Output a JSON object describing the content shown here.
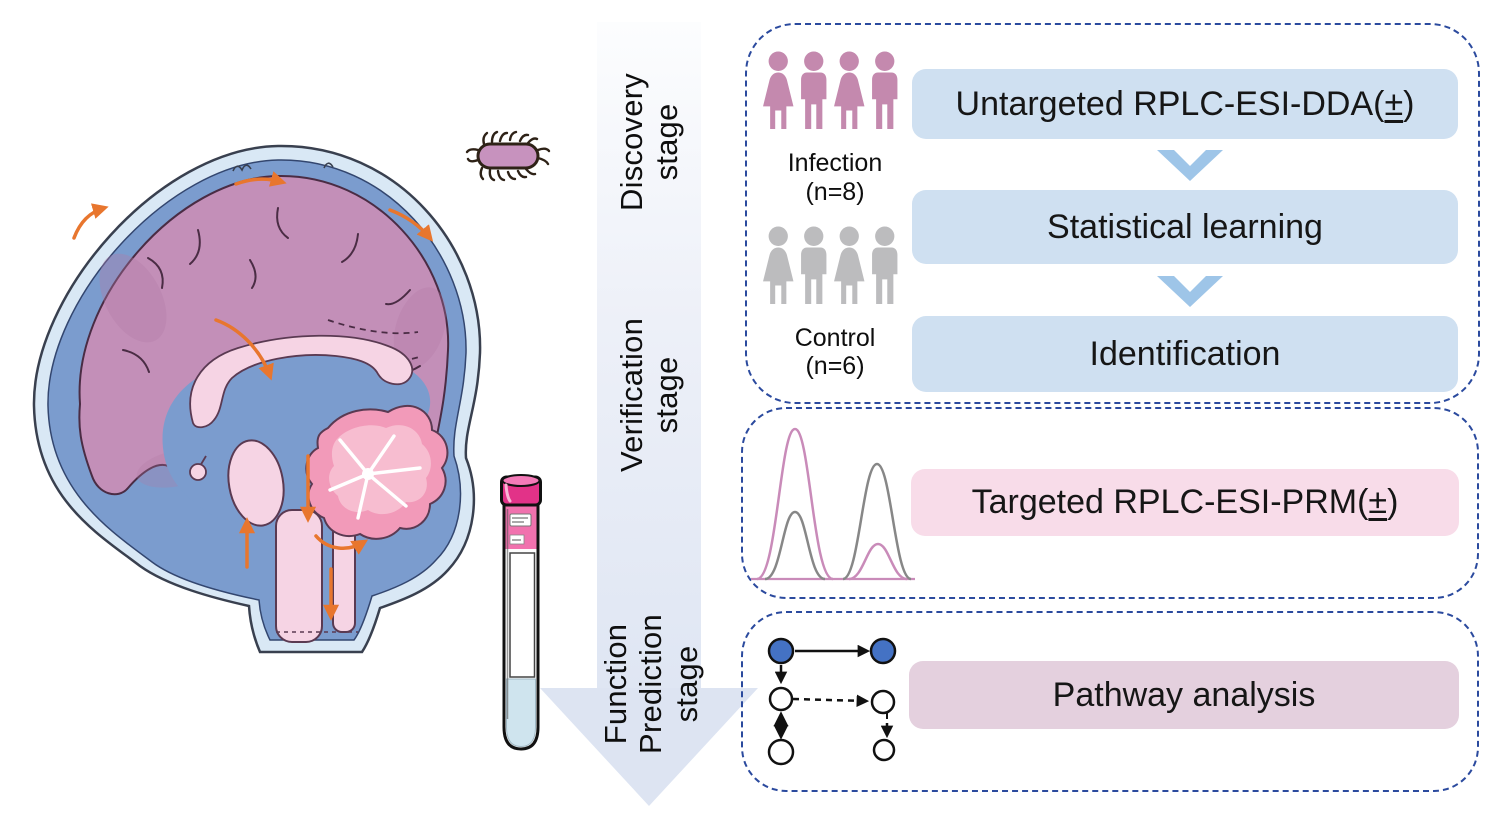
{
  "stage_labels": {
    "discovery": {
      "line1": "Discovery",
      "line2": "stage"
    },
    "verification": {
      "line1": "Verification",
      "line2": "stage"
    },
    "function": {
      "line1": "Function",
      "line2": "Prediction",
      "line3": "stage"
    }
  },
  "discovery_panel": {
    "infection_group": {
      "label": "Infection",
      "count": "(n=8)",
      "icon_pattern": [
        "female",
        "male",
        "female",
        "male"
      ]
    },
    "control_group": {
      "label": "Control",
      "count": "(n=6)",
      "icon_pattern": [
        "female",
        "male",
        "female",
        "male"
      ]
    },
    "step1": {
      "prefix": "Untargeted RPLC-ESI-DDA(",
      "plus_minus": "±",
      "suffix": ")"
    },
    "step2": "Statistical learning",
    "step3": "Identification"
  },
  "verification_panel": {
    "step1": {
      "prefix": "Targeted RPLC-ESI-PRM(",
      "plus_minus": "±",
      "suffix": ")"
    }
  },
  "function_panel": {
    "step1": "Pathway analysis"
  },
  "icons": {
    "brain": "sagittal-brain-with-csf-flow-arrows",
    "bacteria": "rod-shaped-bacterium-with-pili",
    "test_tube": "csf-sample-tube-with-pink-cap",
    "infection_people": "four-person-pictogram-row-pink",
    "control_people": "four-person-pictogram-row-gray",
    "chevron": "chevron-down-flow-arrow",
    "peaks": "overlaid-chromatogram-peaks",
    "pathway": "pathway-node-graph",
    "stage_arrow": "vertical-downward-stage-arrow"
  },
  "colors": {
    "panel_border": "#2b4a9e",
    "blue_step_fill": "#cfe0f1",
    "chevron": "#9ec5e8",
    "pink_step_fill": "#f8dce9",
    "purple_step_fill": "#e4d0de",
    "infection_icon": "#c489ae",
    "control_icon": "#bcbcbe",
    "stage_band": "#dfe6f3",
    "csf_flow_arrow": "#e8762e",
    "peak_pink": "#c98bb9",
    "peak_gray": "#878787",
    "pathway_node_blue": "#4472c4",
    "brain_cortex": "#c38fb8",
    "brain_csf": "#7b9cce",
    "skull_layer": "#d9e8f5",
    "cerebellum": "#f29ab9",
    "brainstem": "#f6d4e4",
    "bacteria_fill": "#c792be",
    "tube_cap": "#e23288",
    "tube_liquid": "#cfe4ee"
  }
}
